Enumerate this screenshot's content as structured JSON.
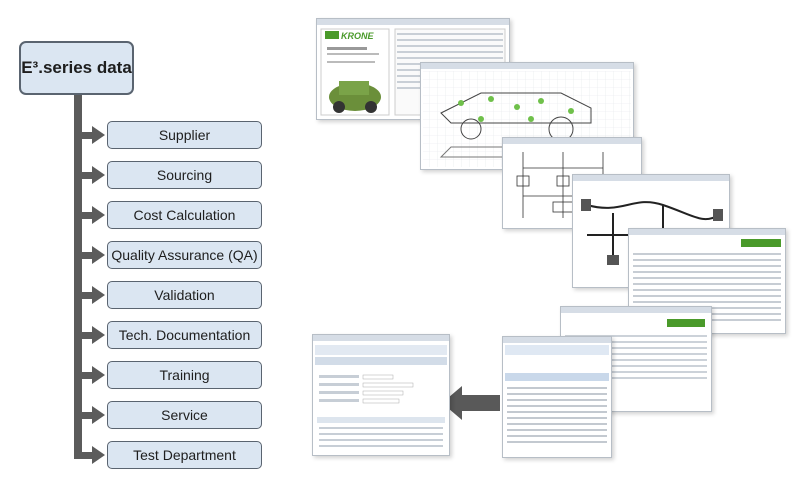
{
  "diagram": {
    "root": {
      "superscript_label": "E³.series data"
    },
    "items": [
      "Supplier",
      "Sourcing",
      "Cost Calculation",
      "Quality Assurance (QA)",
      "Validation",
      "Tech. Documentation",
      "Training",
      "Service",
      "Test Department"
    ]
  },
  "logos": {
    "krone_text": "KRONE"
  },
  "colors": {
    "box_fill": "#dbe6f2",
    "box_border": "#5a6470",
    "connector": "#5b5b5b",
    "krone_green": "#4a9a2a"
  }
}
